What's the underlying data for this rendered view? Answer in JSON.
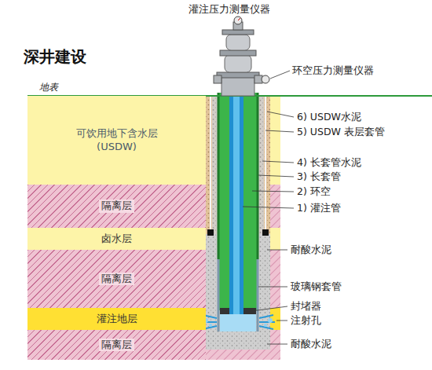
{
  "diagram": {
    "title": "深井建设",
    "nodes": [
      {
        "text": [
          "可饮用地下含水层 (USDW)"
        ]
      },
      {
        "text": [
          "隔离层"
        ]
      },
      {
        "text": [
          "卤水层"
        ]
      },
      {
        "text": [
          "隔离层"
        ]
      },
      {
        "text": [
          "灌注地层"
        ]
      },
      {
        "text": [
          "隔离层"
        ]
      }
    ],
    "labels": [
      "灌注压力测量仪器",
      "环空压力测量仪器",
      "地表",
      "6) USDW水泥",
      "5) USDW 表层套管",
      "4) 长套管水泥",
      "3) 长套管",
      "2) 环空",
      "1) 灌注管",
      "耐酸水泥",
      "玻璃钢套管",
      "封堵器",
      "注射孔",
      "耐酸水泥"
    ]
  }
}
